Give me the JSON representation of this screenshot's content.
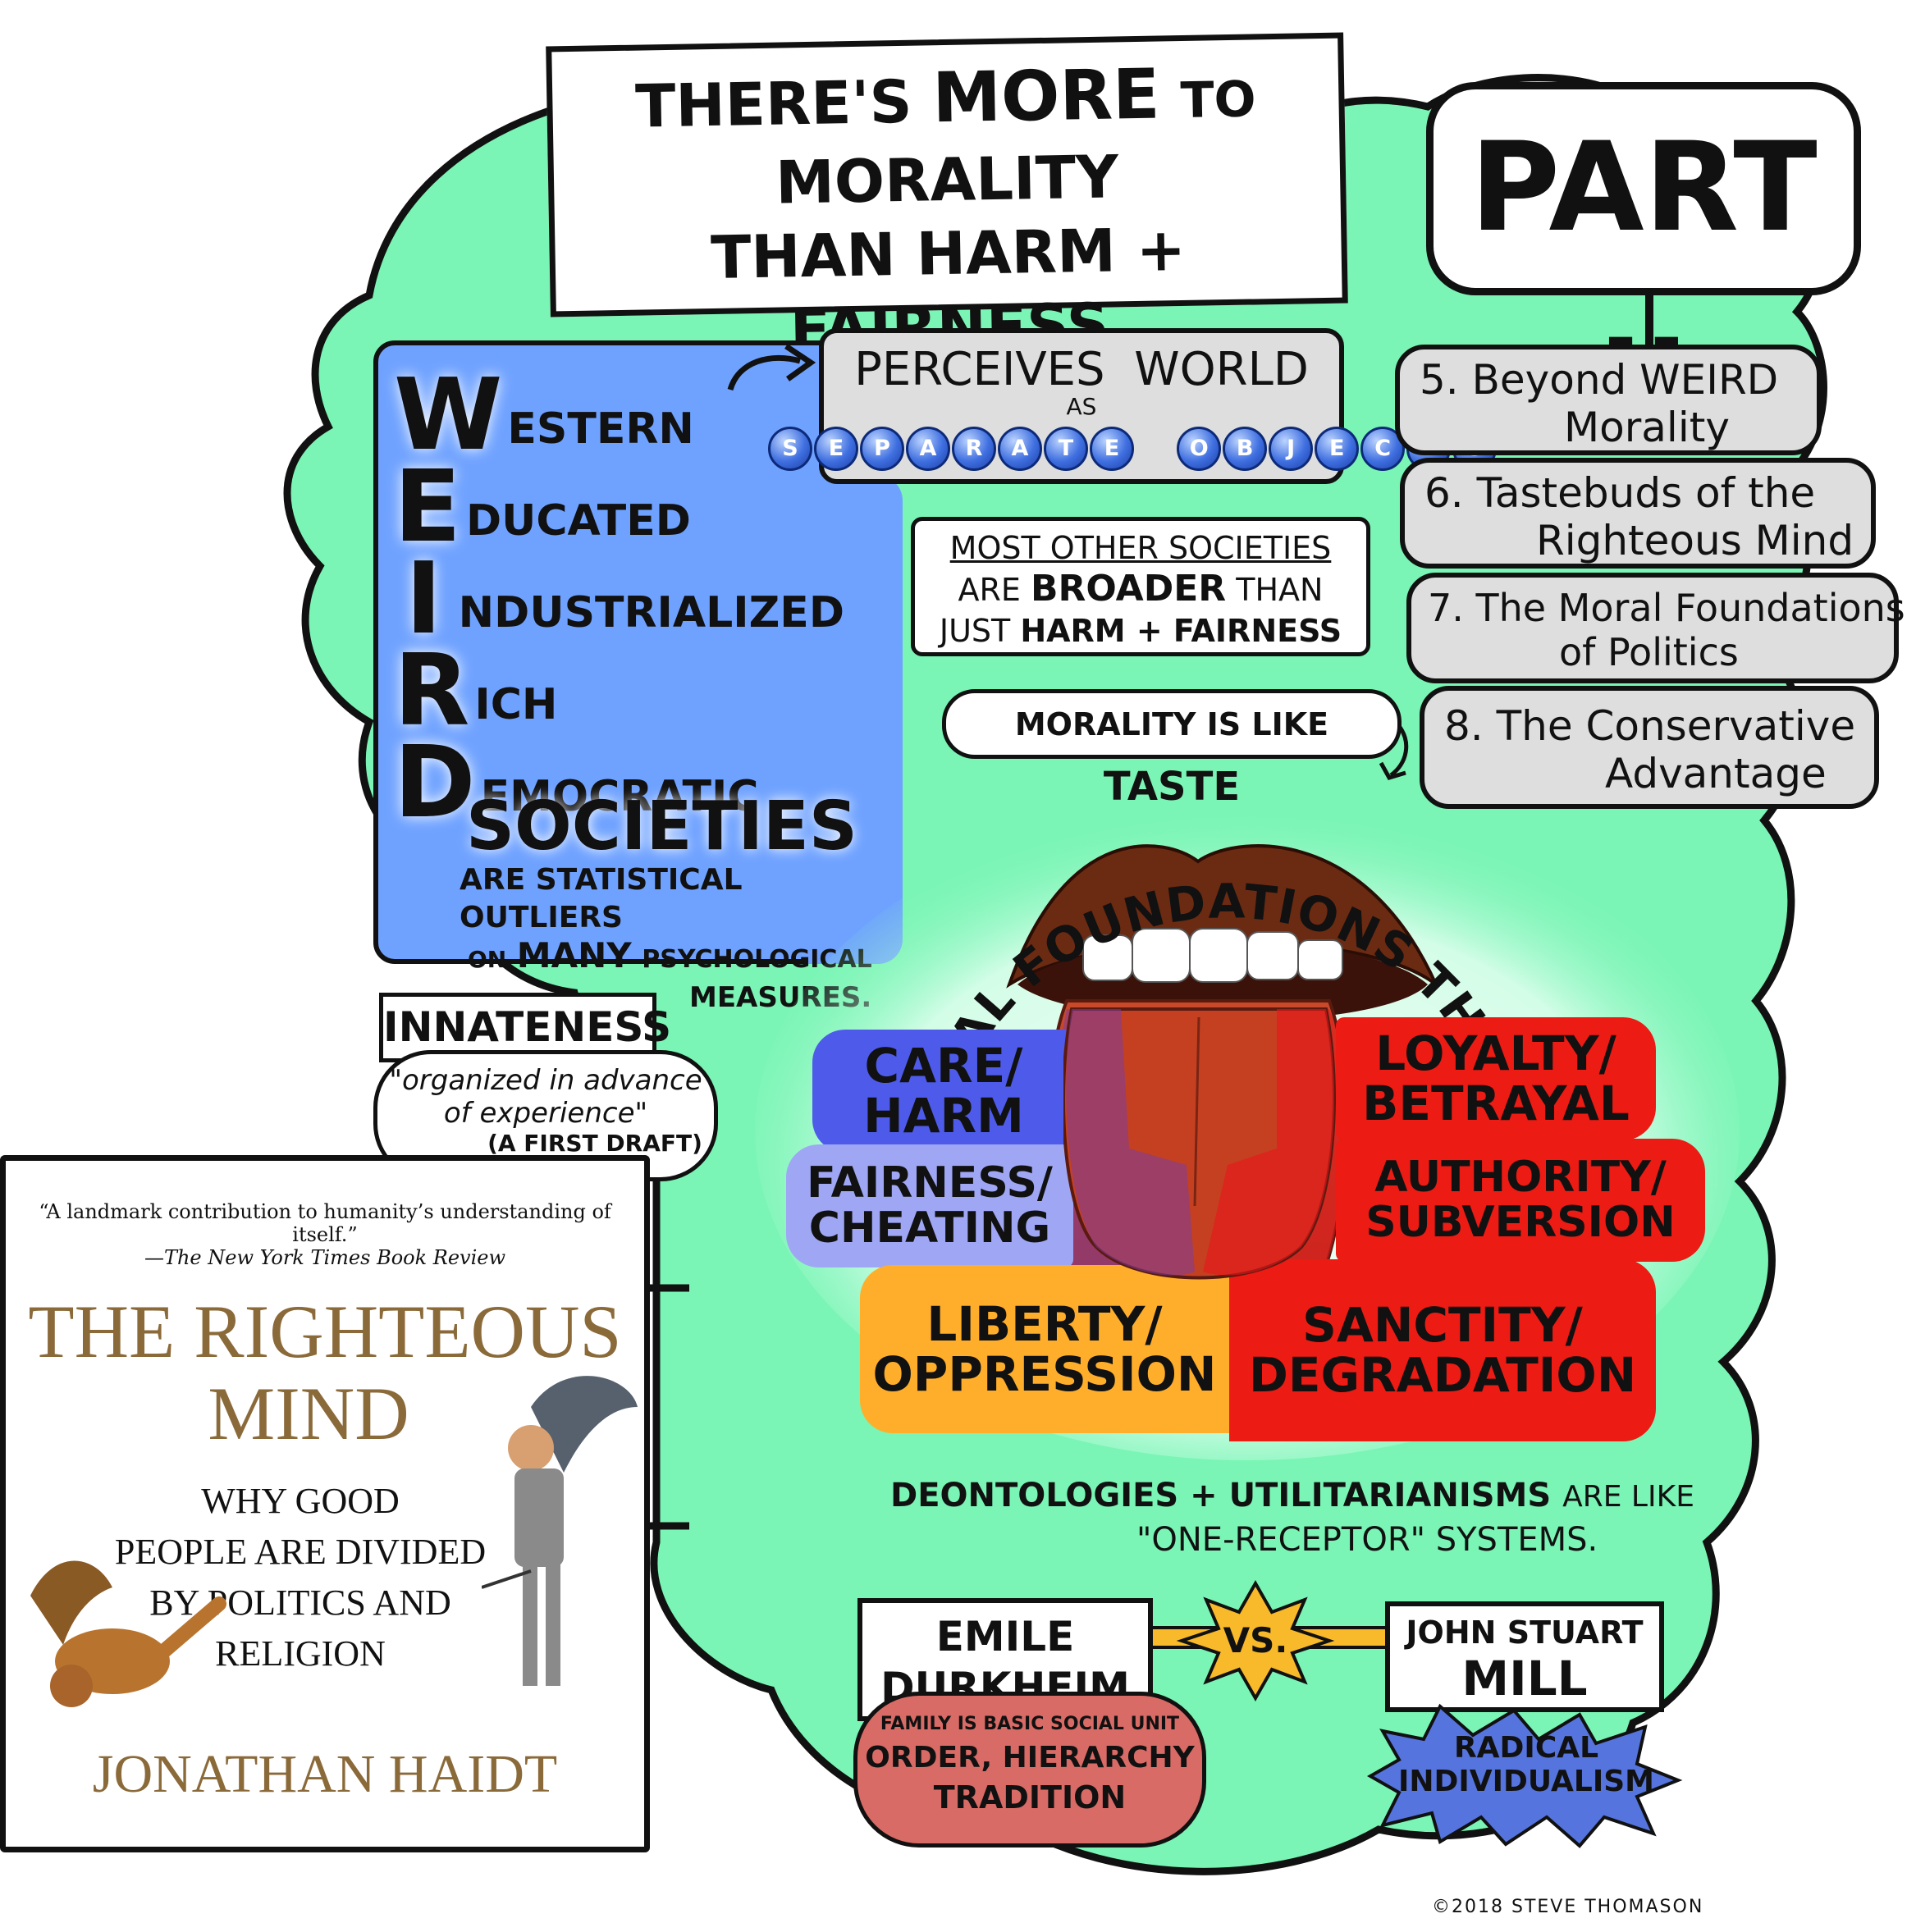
{
  "title": {
    "line1_a": "THERE'S",
    "line1_b": "MORE",
    "line1_c": "TO",
    "line2": "MORALITY",
    "line3": "THAN HARM + FAIRNESS"
  },
  "part": "PART II",
  "weird": {
    "letters": [
      "W",
      "E",
      "I",
      "R",
      "D"
    ],
    "words": [
      "ESTERN",
      "DUCATED",
      "NDUSTRIALIZED",
      "ICH",
      "EMOCRATIC"
    ],
    "societies": "SOCIETIES",
    "note_line1": "ARE STATISTICAL OUTLIERS",
    "note_line2_a": "ON",
    "note_line2_b": "MANY",
    "note_line2_c": "PSYCHOLOGICAL",
    "note_line3": "MEASURES."
  },
  "perceives": {
    "line1": "PERCEIVES  WORLD",
    "line2": "AS",
    "word1": "SEPARATE",
    "word2": "OBJECTS"
  },
  "broader": {
    "line1": "MOST OTHER SOCIETIES",
    "line2_a": "ARE",
    "line2_b": "BROADER",
    "line2_c": "THAN",
    "line3_a": "JUST",
    "line3_b": "HARM + FAIRNESS"
  },
  "taste": {
    "a": "MORALITY IS LIKE",
    "b": "TASTE"
  },
  "chapters": [
    {
      "line1": "5. Beyond WEIRD",
      "line2": "Morality"
    },
    {
      "line1": "6. Tastebuds of the",
      "line2": "Righteous Mind"
    },
    {
      "line1": "7. The Moral Foundations",
      "line2": "of Politics"
    },
    {
      "line1": "8. The Conservative",
      "line2": "Advantage"
    }
  ],
  "mft_arc": "MORAL FOUNDATIONS THEORY",
  "foundations": {
    "care": [
      "CARE/",
      "HARM"
    ],
    "fairness": [
      "FAIRNESS/",
      "CHEATING"
    ],
    "liberty": [
      "LIBERTY/",
      "OPPRESSION"
    ],
    "loyalty": [
      "LOYALTY/",
      "BETRAYAL"
    ],
    "authority": [
      "AUTHORITY/",
      "SUBVERSION"
    ],
    "sanctity": [
      "SANCTITY/",
      "DEGRADATION"
    ]
  },
  "colors": {
    "green_bg": "#7af5b5",
    "weird_blue": "#6fa2ff",
    "care": "#4e5bea",
    "fairness": "#9fa7f5",
    "liberty": "#ffae2b",
    "red": "#ec1b14",
    "durkheim_cloud": "#d96b66",
    "mill_star": "#5574dd",
    "vs_star": "#f8b92a",
    "book_brown": "#8b6a3a"
  },
  "innateness": {
    "title": "INNATENESS",
    "quote_line1": "\"organized in advance",
    "quote_line2": "of experience\"",
    "quote_line3": "(A FIRST DRAFT)"
  },
  "deontologies": {
    "line1_a": "DEONTOLOGIES + UTILITARIANISMS",
    "line1_b": "ARE LIKE",
    "line2": "\"ONE-RECEPTOR\" SYSTEMS."
  },
  "durkheim": {
    "name_line1": "EMILE",
    "name_line2": "DURKHEIM",
    "cloud_line1": "FAMILY IS BASIC SOCIAL UNIT",
    "cloud_line2": "ORDER, HIERARCHY",
    "cloud_line3": "TRADITION"
  },
  "vs": "VS.",
  "mill": {
    "name_line1": "JOHN STUART",
    "name_line2": "MILL",
    "star_line1": "RADICAL",
    "star_line2": "INDIVIDUALISM"
  },
  "book": {
    "blurb": "“A landmark contribution to humanity’s understanding of itself.”",
    "source": "—The New York Times Book Review",
    "title_line1": "THE RIGHTEOUS",
    "title_line2": "MIND",
    "subtitle_line1": "WHY GOOD",
    "subtitle_line2": "PEOPLE ARE DIVIDED",
    "subtitle_line3": "BY POLITICS AND",
    "subtitle_line4": "RELIGION",
    "author": "JONATHAN HAIDT"
  },
  "credit": "©2018 STEVE THOMASON"
}
